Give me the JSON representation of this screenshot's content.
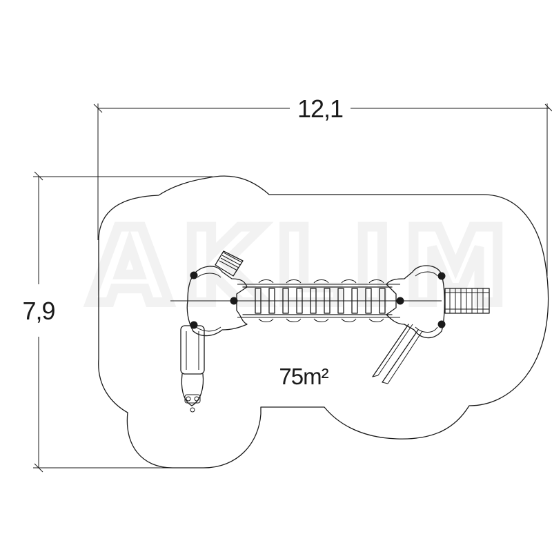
{
  "dimensions": {
    "width_label": "12,1",
    "height_label": "7,9"
  },
  "area": {
    "label": "75m²"
  },
  "watermark": {
    "text": "AKLIM"
  },
  "colors": {
    "ink": "#1a1a1a",
    "background": "#ffffff",
    "watermark": "#f1f1f1"
  }
}
